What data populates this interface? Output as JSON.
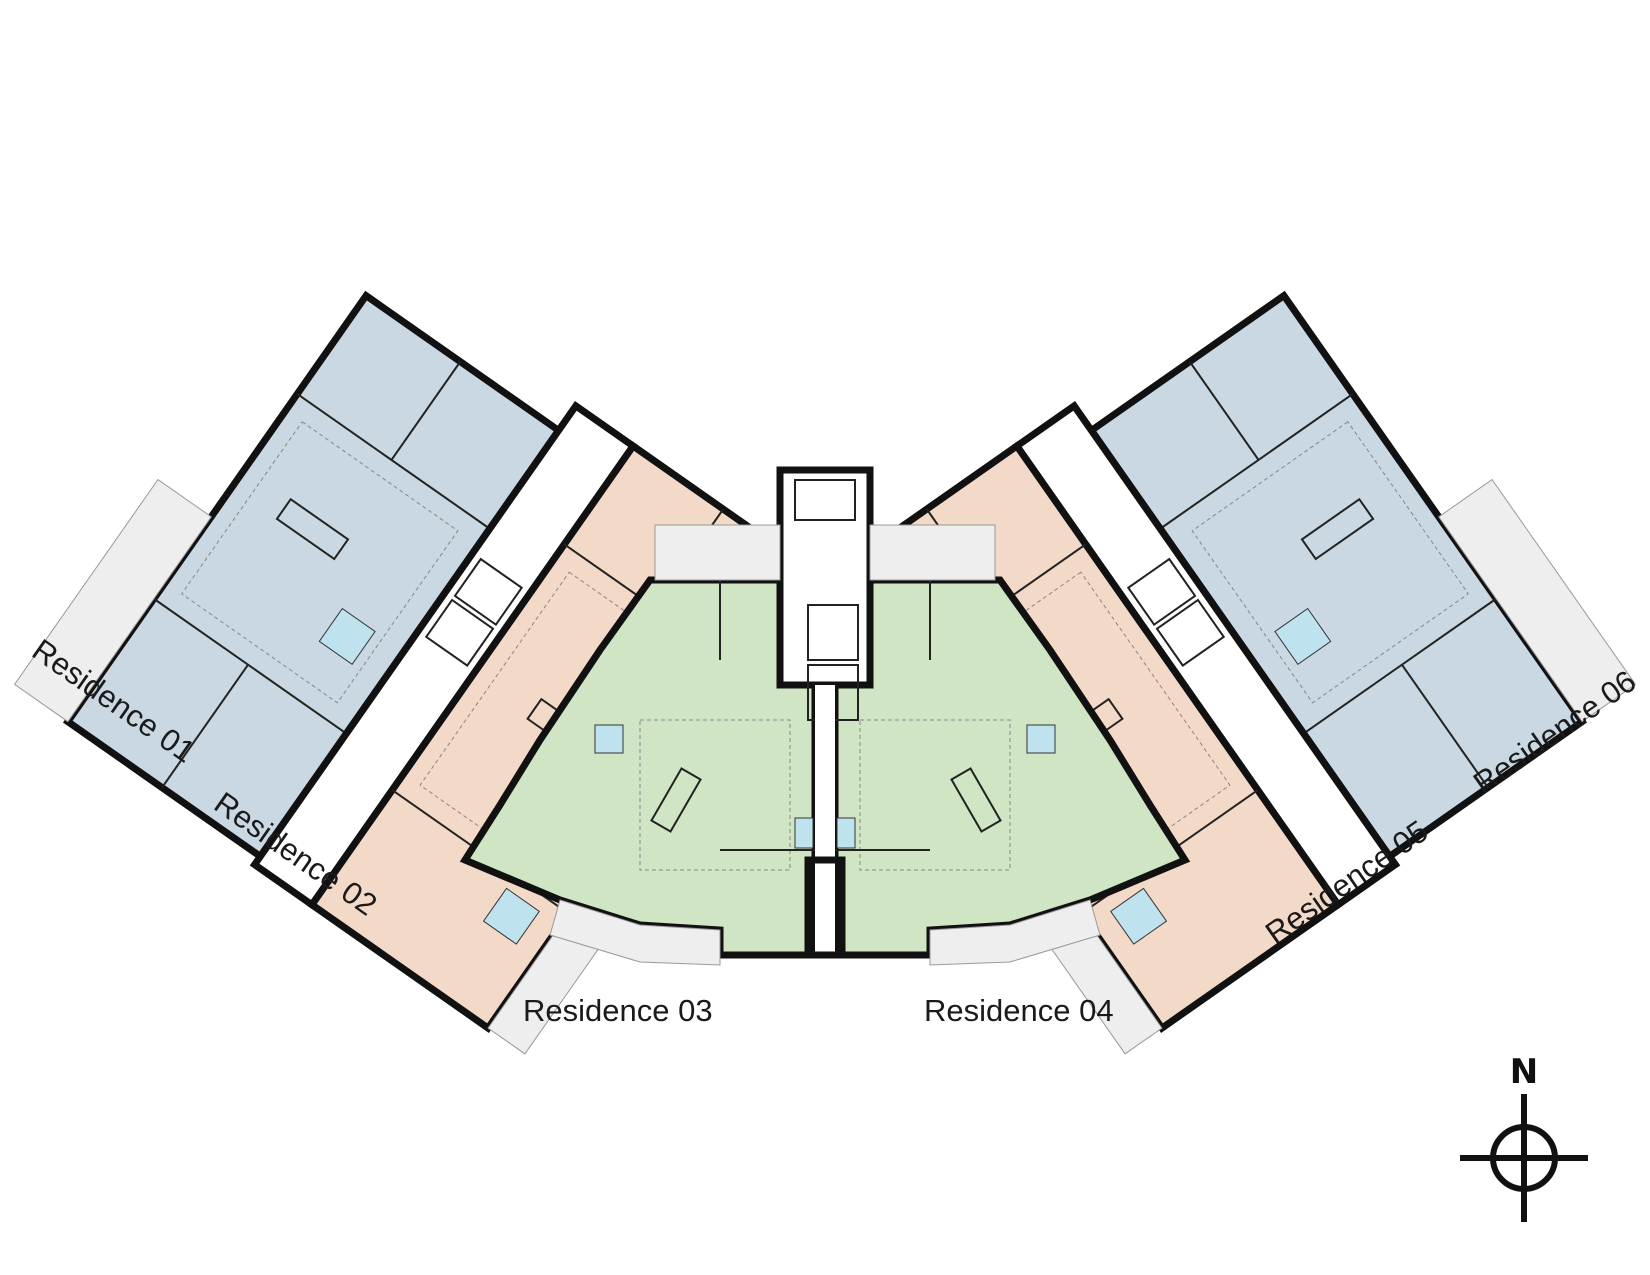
{
  "residences": [
    {
      "label": "Residence 01",
      "color": "#c9d8e2"
    },
    {
      "label": "Residence 02",
      "color": "#f3d9c8"
    },
    {
      "label": "Residence 03",
      "color": "#cfe5c4"
    },
    {
      "label": "Residence 04",
      "color": "#cfe5c4"
    },
    {
      "label": "Residence 05",
      "color": "#f3d9c8"
    },
    {
      "label": "Residence 06",
      "color": "#c9d8e2"
    }
  ],
  "compass": {
    "label": "N"
  },
  "colors": {
    "wall": "#111111",
    "core": "#ffffff",
    "terrace": "#eeeeee",
    "glass": "#bfe3ee"
  }
}
